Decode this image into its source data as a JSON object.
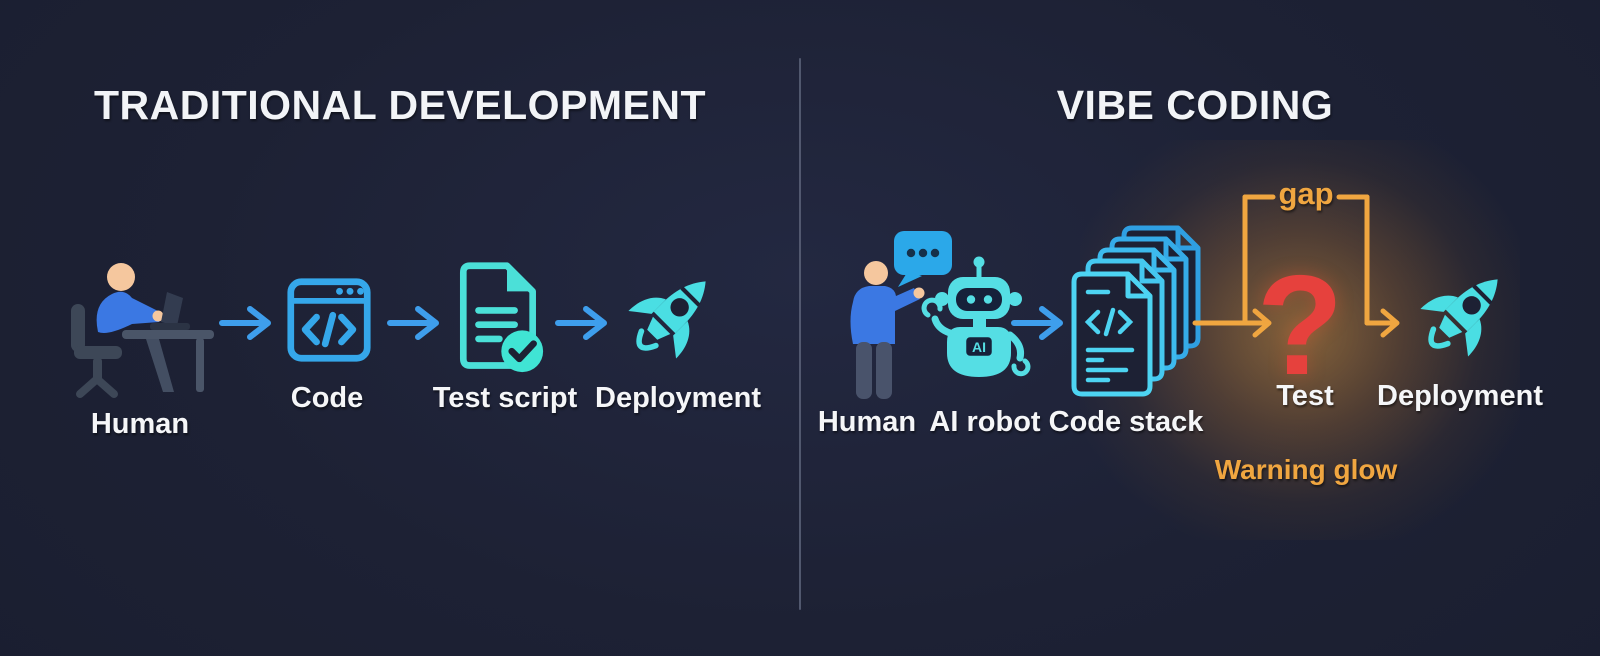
{
  "colors": {
    "background": "#1d2134",
    "accent_blue": "#3e9eec",
    "accent_cyan": "#4adee3",
    "accent_orange": "#f0a640",
    "alert_red": "#e6413d",
    "text_white": "#f2f4f7"
  },
  "left_panel": {
    "title": "TRADITIONAL DEVELOPMENT",
    "steps": [
      {
        "label": "Human",
        "icon": "human-at-desk-icon"
      },
      {
        "label": "Code",
        "icon": "code-window-icon"
      },
      {
        "label": "Test script",
        "icon": "test-script-icon"
      },
      {
        "label": "Deployment",
        "icon": "rocket-icon"
      }
    ]
  },
  "right_panel": {
    "title": "VIBE CODING",
    "steps": [
      {
        "label": "Human",
        "icon": "standing-human-icon"
      },
      {
        "label": "AI robot",
        "icon": "ai-robot-icon"
      },
      {
        "label": "Code stack",
        "icon": "code-stack-icon"
      },
      {
        "label": "Test",
        "icon": "question-mark"
      },
      {
        "label": "Deployment",
        "icon": "rocket-icon"
      }
    ],
    "ai_badge": "AI",
    "gap_label": "gap",
    "question_mark": "?",
    "warning_label": "Warning glow"
  }
}
